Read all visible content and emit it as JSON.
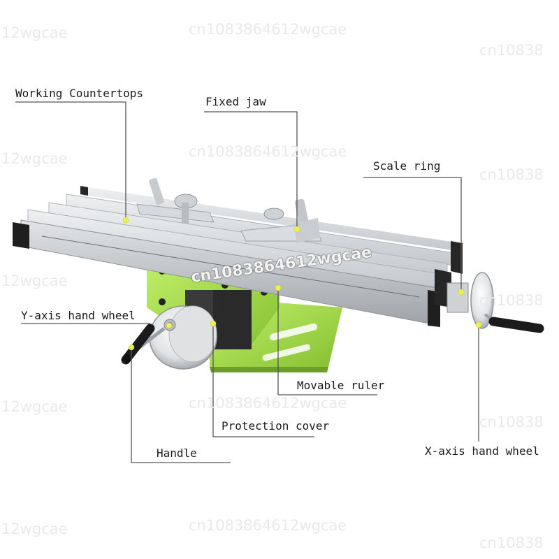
{
  "labels": {
    "working_countertops": "Working Countertops",
    "fixed_jaw": "Fixed jaw",
    "scale_ring": "Scale ring",
    "y_axis_hand_wheel": "Y-axis hand wheel",
    "movable_ruler": "Movable ruler",
    "protection_cover": "Protection cover",
    "handle": "Handle",
    "x_axis_hand_wheel": "X-axis hand wheel"
  },
  "watermarks": {
    "short": "12wgcae",
    "long": "cn1083864612wgcae",
    "cut": "cn10838"
  },
  "colors": {
    "base_green": "#a6e04a",
    "rail_silver": "#d8dadc",
    "leader_line": "#555555",
    "marker_dot": "#f0f04a"
  }
}
